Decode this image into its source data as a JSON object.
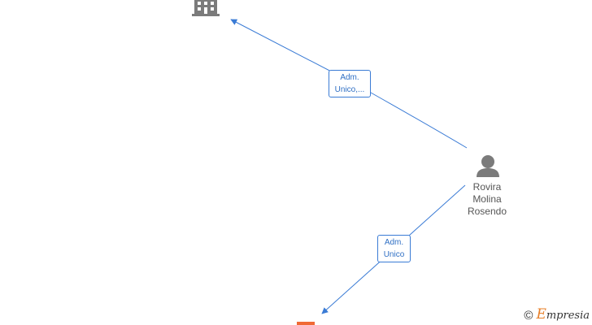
{
  "colors": {
    "edge": "#3a7bd5",
    "edge_label_text": "#2f6fc4",
    "node_icon": "#7b7b7b",
    "company_orange": "#f06a35",
    "watermark_accent": "#e8802a"
  },
  "nodes": {
    "company_top": {
      "icon": "building-icon"
    },
    "person": {
      "icon": "person-icon",
      "name_lines": [
        "Rovira",
        "Molina",
        "Rosendo"
      ]
    },
    "company_bottom": {
      "icon": "building-icon"
    }
  },
  "edges": [
    {
      "label_lines": [
        "Adm.",
        "Unico,..."
      ]
    },
    {
      "label_lines": [
        "Adm.",
        "Unico"
      ]
    }
  ],
  "watermark": {
    "copyright": "©",
    "brand_initial": "E",
    "brand_rest": "mpresia"
  }
}
